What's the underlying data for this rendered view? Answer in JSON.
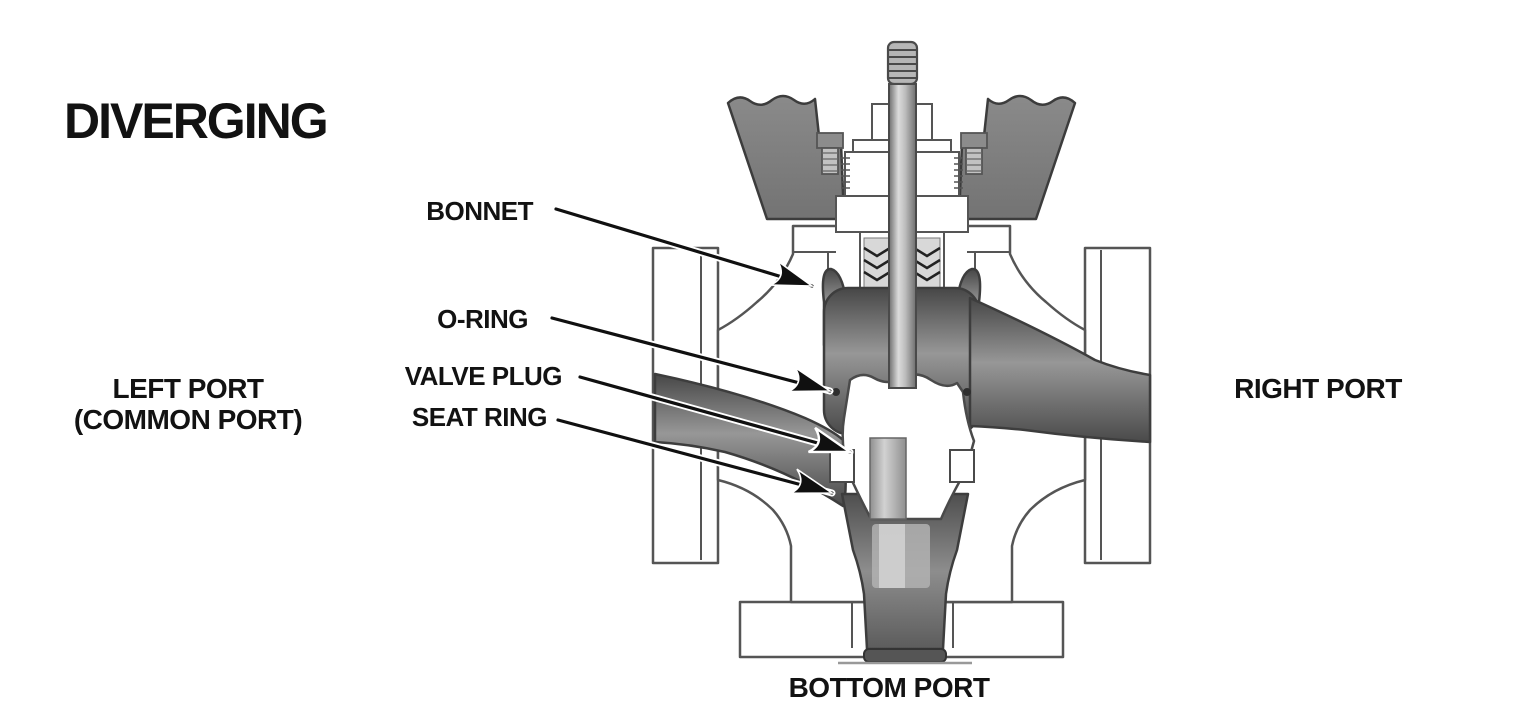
{
  "title": "DIVERGING",
  "figure": {
    "kind": "cutaway cross-section of a three-way diverging control valve",
    "callouts": {
      "bonnet": "BONNET",
      "o_ring": "O-RING",
      "valve_plug": "VALVE PLUG",
      "seat_ring": "SEAT RING"
    },
    "ports": {
      "left_line1": "LEFT PORT",
      "left_line2": "(COMMON PORT)",
      "right": "RIGHT PORT",
      "bottom": "BOTTOM PORT"
    }
  },
  "colors": {
    "background": "#ffffff",
    "label_text": "#121212",
    "leader_line": "#101010",
    "body_outline": "#555555",
    "metal_dark": "#6b6b6b",
    "metal_mid": "#949494",
    "metal_light": "#d8d8d8"
  }
}
